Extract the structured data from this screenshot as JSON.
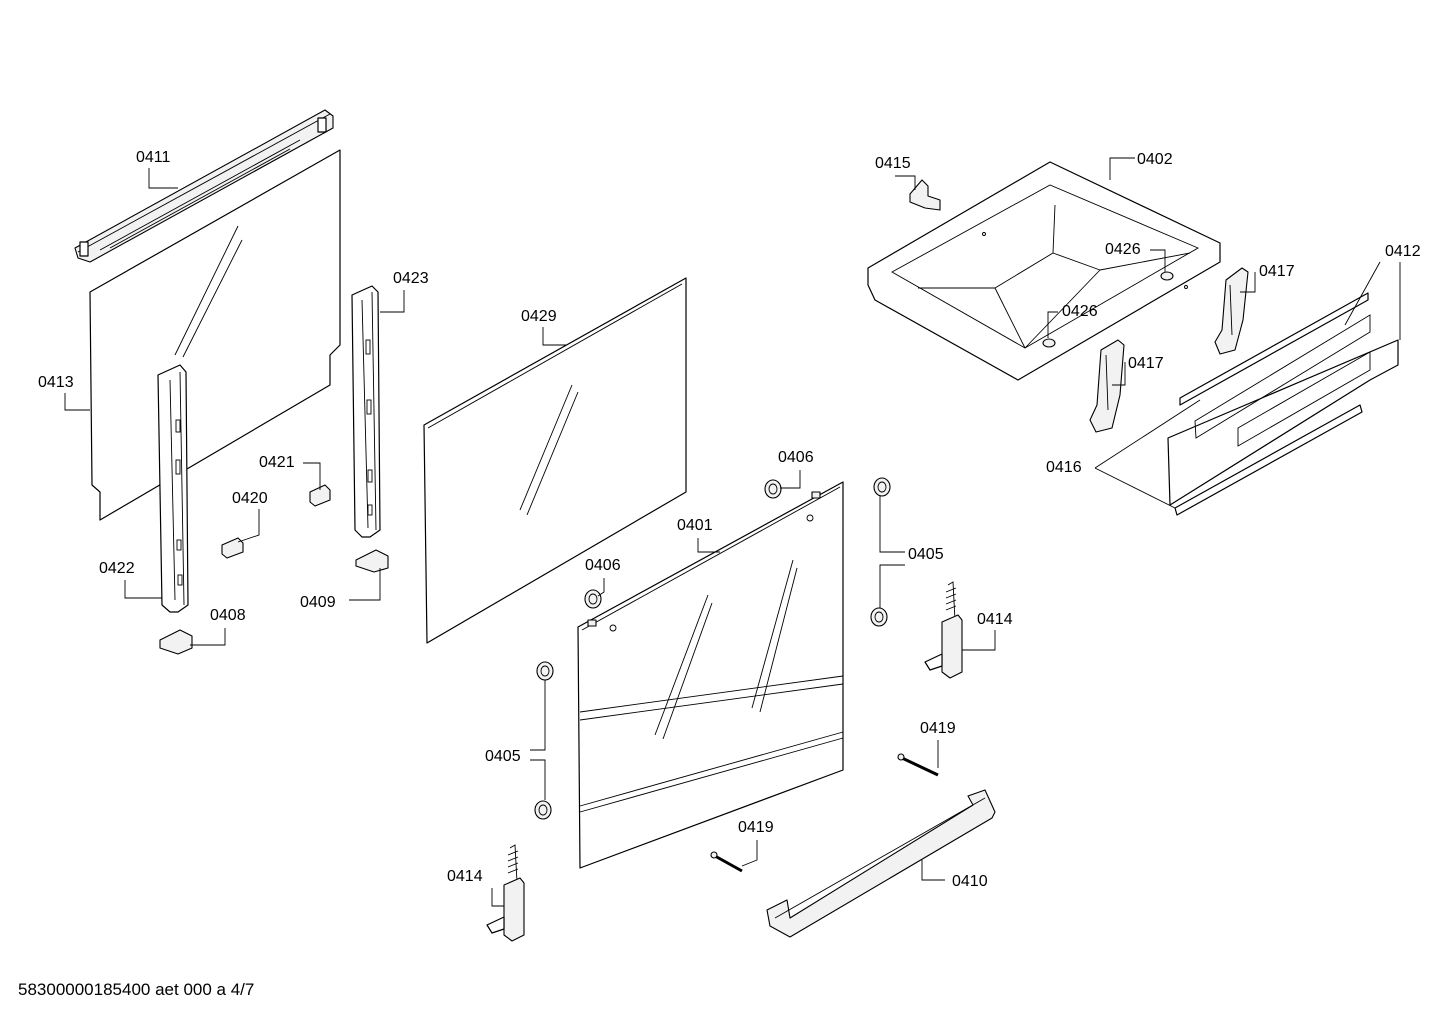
{
  "part_labels": {
    "p0411": "0411",
    "p0413": "0413",
    "p0423": "0423",
    "p0421": "0421",
    "p0420": "0420",
    "p0422": "0422",
    "p0408": "0408",
    "p0409": "0409",
    "p0429": "0429",
    "p0401": "0401",
    "p0406a": "0406",
    "p0406b": "0406",
    "p0405a": "0405",
    "p0405b": "0405",
    "p0414a": "0414",
    "p0414b": "0414",
    "p0419a": "0419",
    "p0419b": "0419",
    "p0410": "0410",
    "p0415": "0415",
    "p0402": "0402",
    "p0426a": "0426",
    "p0426b": "0426",
    "p0417a": "0417",
    "p0417b": "0417",
    "p0412": "0412",
    "p0416": "0416"
  },
  "footer_text": "58300000185400 aet 000 a 4/7"
}
